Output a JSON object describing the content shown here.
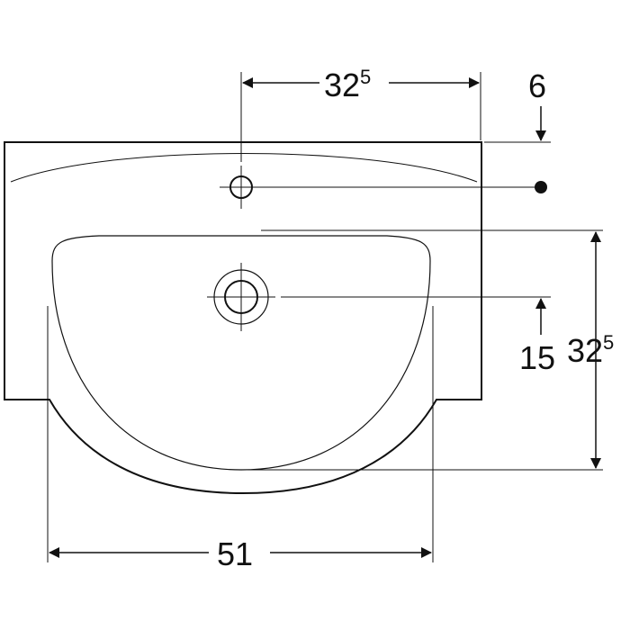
{
  "dimensions": {
    "hole_offset_width": {
      "main": "32",
      "sup": "5"
    },
    "top_offset": "6",
    "drain_offset": "15",
    "bowl_depth": {
      "main": "32",
      "sup": "5"
    },
    "bowl_width": "51"
  },
  "colors": {
    "line": "#111111",
    "background": "#ffffff"
  }
}
